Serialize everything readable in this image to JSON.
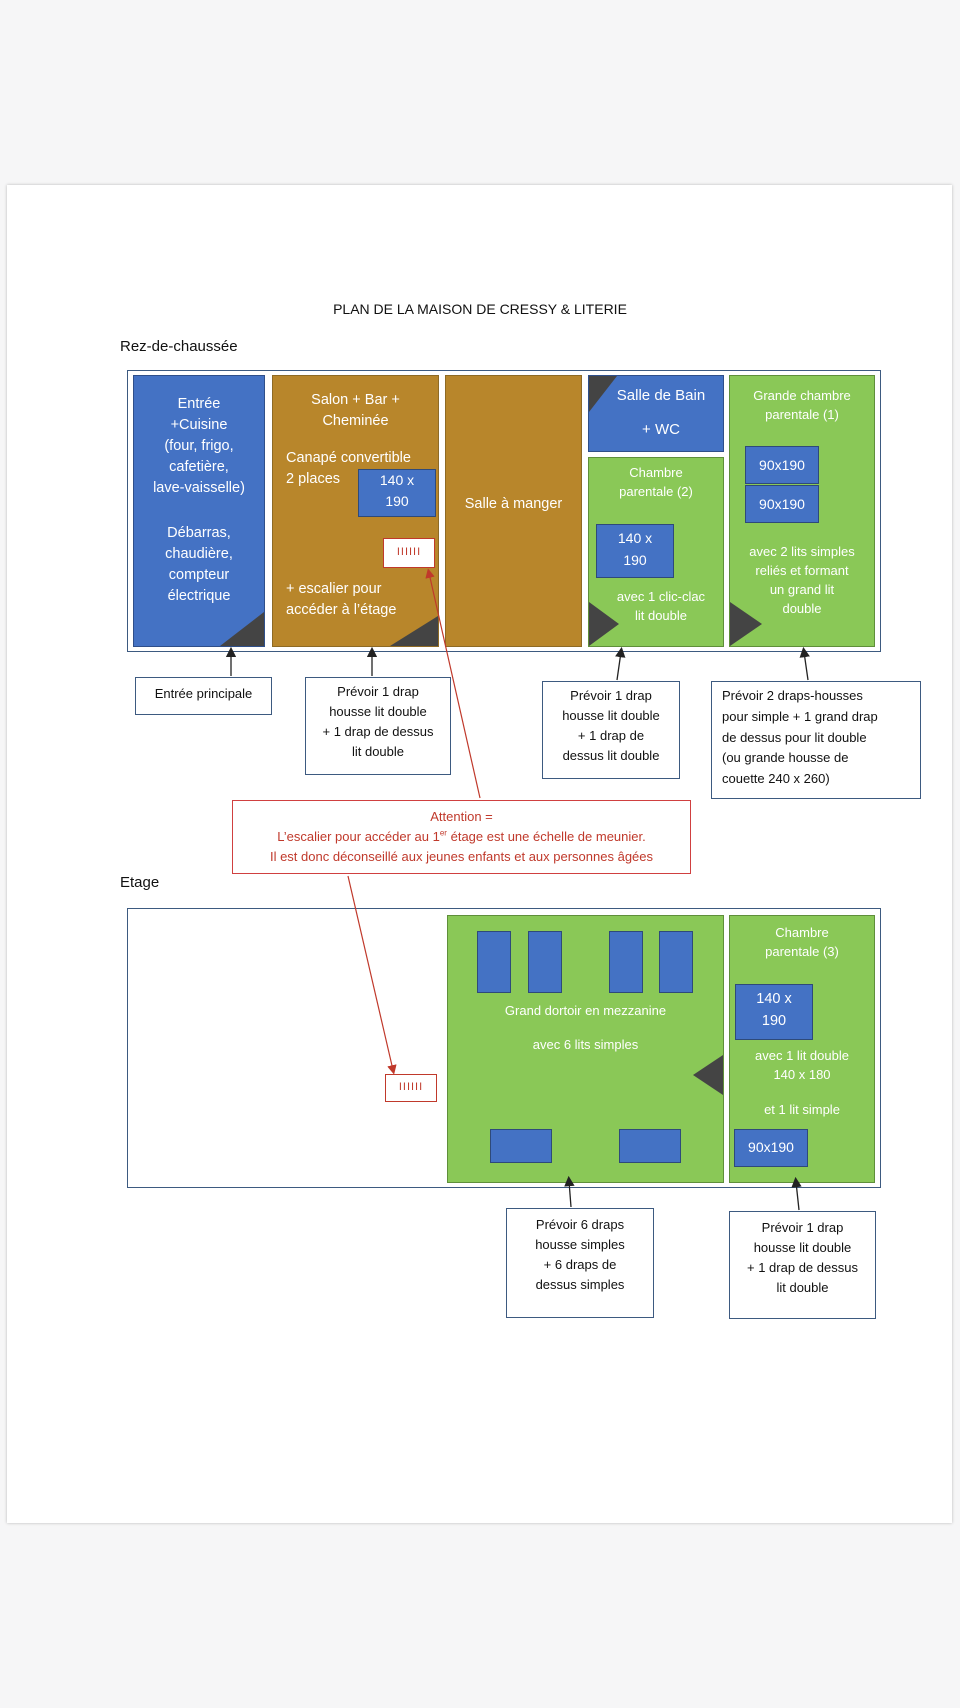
{
  "title": "PLAN DE LA MAISON DE CRESSY & LITERIE",
  "ground": {
    "heading": "Rez-de-chaussée",
    "entree": {
      "text": "Entrée\n+Cuisine\n(four, frigo,\ncafetière,\nlave-vaisselle)",
      "text2": "Débarras,\nchaudière,\ncompteur\nélectrique"
    },
    "salon": {
      "title": "Salon + Bar +\nCheminée",
      "sofa": "Canapé convertible\n2 places",
      "bed": "140 x\n190",
      "stairs": "+ escalier pour\naccéder à l’étage",
      "stair_icon": "IIIIII"
    },
    "salle_manger": "Salle à manger",
    "salle_bain": {
      "line1": "Salle de Bain",
      "line2": "+ WC"
    },
    "chambre2": {
      "title": "Chambre\nparentale (2)",
      "bed": "140 x\n190",
      "note": "avec 1 clic-clac\nlit double"
    },
    "grande_chambre": {
      "title": "Grande chambre\nparentale (1)",
      "bed1": "90x190",
      "bed2": "90x190",
      "note": "avec 2 lits simples\nreliés et formant\nun grand lit\ndouble"
    },
    "callouts": {
      "entree": "Entrée principale",
      "salon": "Prévoir 1 drap\nhousse lit double\n+ 1 drap de dessus\nlit double",
      "chambre2": "Prévoir 1 drap\nhousse lit double\n+ 1 drap de\ndessus lit double",
      "grande": "Prévoir 2 draps-housses\npour simple + 1 grand drap\nde dessus pour lit double\n(ou grande housse de\ncouette 240 x 260)"
    }
  },
  "warning": {
    "line1": "Attention =",
    "line2_pre": "L’escalier pour accéder au 1",
    "line2_sup": "er",
    "line2_post": " étage est une échelle de meunier.",
    "line3": "Il est donc déconseillé aux jeunes enfants et aux personnes âgées"
  },
  "upper": {
    "heading": "Etage",
    "stair_icon": "IIIIII",
    "dortoir": {
      "title": "Grand dortoir en mezzanine",
      "note": "avec 6 lits simples"
    },
    "chambre3": {
      "title": "Chambre\nparentale (3)",
      "bed": "140 x\n190",
      "note": "avec 1 lit double\n140 x 180",
      "note2": "et 1 lit simple",
      "bed2": "90x190"
    },
    "callouts": {
      "dortoir": "Prévoir 6 draps\nhousse simples\n+ 6 draps de\ndessus simples",
      "chambre3": "Prévoir 1 drap\nhousse lit double\n+ 1 drap de dessus\nlit double"
    }
  },
  "colors": {
    "blue_room": "#4472c4",
    "gold_room": "#b8862b",
    "green_room": "#8ac857",
    "warning_red": "#c0392b"
  }
}
